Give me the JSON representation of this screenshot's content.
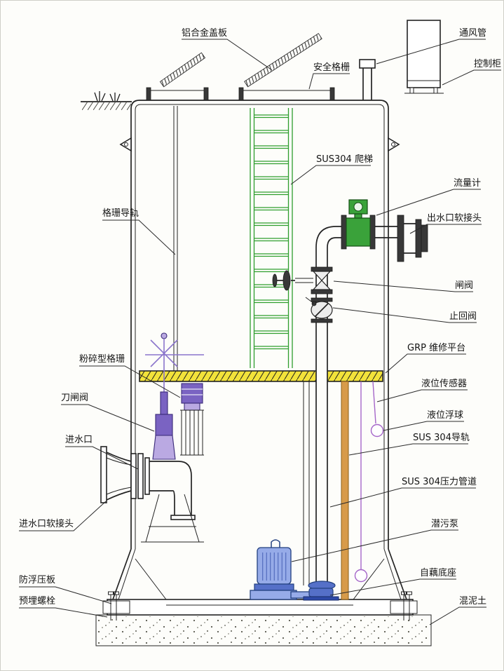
{
  "diagram": {
    "type": "technical-section-diagram",
    "subject": "integrated prefabricated pumping station cross-section",
    "labels": {
      "aluminum_cover": "铝合金盖板",
      "safety_grille": "安全格栅",
      "vent_pipe": "通风管",
      "control_cabinet": "控制柜",
      "ladder": "SUS304 爬梯",
      "flow_meter": "流量计",
      "outlet_soft_joint": "出水口软接头",
      "grille_rail": "格珊导轨",
      "gate_valve": "闸阀",
      "check_valve": "止回阀",
      "grp_platform": "GRP 维修平台",
      "level_sensor": "液位传感器",
      "level_float": "液位浮球",
      "crusher_grille": "粉碎型格珊",
      "sus304_rail": "SUS 304导轨",
      "knife_gate_valve": "刀闸阀",
      "inlet": "进水口",
      "pressure_pipe": "SUS 304压力管道",
      "pump": "潜污泵",
      "inlet_soft_joint": "进水口软接头",
      "auto_coupling_base": "自藕底座",
      "anti_float_plate": "防浮压板",
      "embedded_bolt": "预埋螺栓",
      "concrete": "混泥土"
    },
    "colors": {
      "platform_yellow": "#f2e23a",
      "ladder_green": "#2e9e2e",
      "flowmeter_green": "#3aa23a",
      "pump_blue": "#5570c8",
      "pump_blue_dark": "#23407f",
      "purple": "#a566c9",
      "orange": "#d79b4a",
      "line": "#232323"
    }
  }
}
